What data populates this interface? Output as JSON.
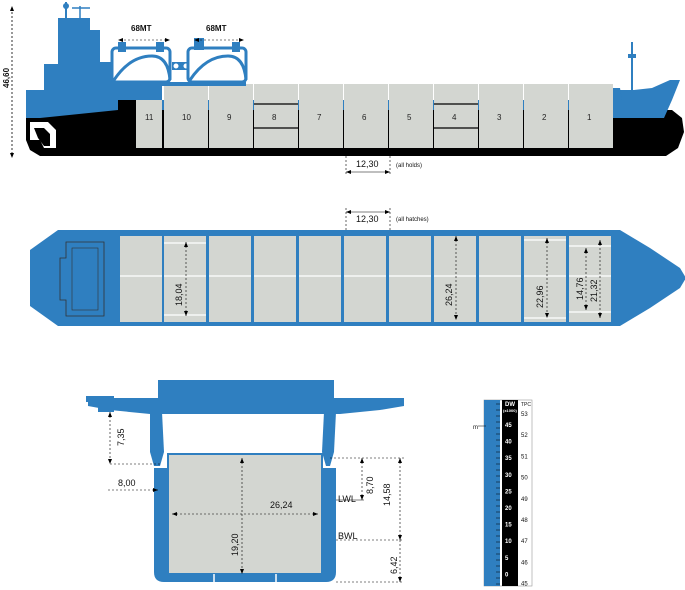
{
  "side_view": {
    "height_label": "46,60",
    "crane_left_label": "68MT",
    "crane_right_label": "68MT",
    "hold_numbers": [
      "11",
      "10",
      "9",
      "8",
      "7",
      "6",
      "5",
      "4",
      "3",
      "2",
      "1"
    ],
    "hold_length_value": "12,30",
    "hold_length_note": "(all holds)"
  },
  "plan_view": {
    "hatch_length_value": "12,30",
    "hatch_length_note": "(all hatches)",
    "dim_18": "18,04",
    "dim_26": "26,24",
    "dim_22": "22,96",
    "dim_14": "14,76",
    "dim_21": "21,32"
  },
  "section_view": {
    "dim_7": "7,35",
    "dim_8": "8,00",
    "dim_width": "26,24",
    "dim_depth": "19,20",
    "dim_870": "8,70",
    "dim_1458": "14,58",
    "dim_642": "6,42",
    "lwl": "LWL",
    "bwl": "BWL"
  },
  "draft_scale": {
    "side_label": "m",
    "header_dw": "DW",
    "header_dw_sub": "(x1000)",
    "header_tpc": "TPC",
    "dw_values": [
      "45",
      "40",
      "35",
      "30",
      "25",
      "20",
      "15",
      "10",
      "5",
      "0"
    ],
    "tpc_values": [
      "53",
      "52",
      "51",
      "50",
      "49",
      "48",
      "47",
      "46",
      "45"
    ]
  },
  "colors": {
    "hull_blue": "#2f7fc0",
    "hold_grey": "#d3d6d1",
    "black": "#000000"
  }
}
